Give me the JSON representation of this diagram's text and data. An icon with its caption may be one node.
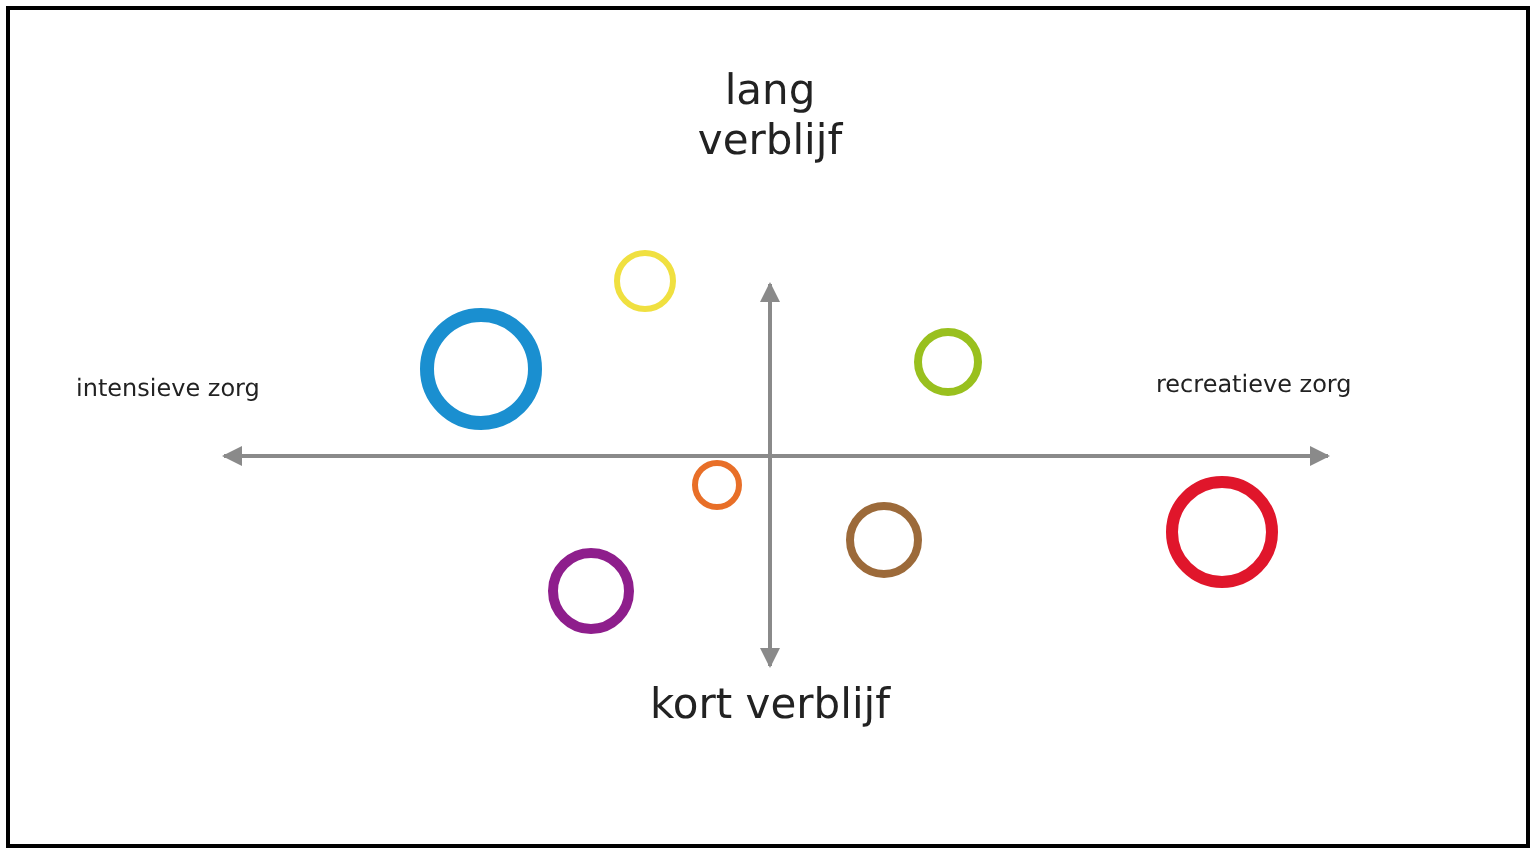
{
  "diagram": {
    "nodes": [
      {
        "text": [],
        "shape": "circle"
      },
      {
        "text": [],
        "shape": "circle"
      },
      {
        "text": [],
        "shape": "circle"
      },
      {
        "text": [],
        "shape": "circle"
      },
      {
        "text": [],
        "shape": "circle"
      },
      {
        "text": [],
        "shape": "circle"
      },
      {
        "text": [],
        "shape": "circle"
      }
    ],
    "edges": [],
    "labels": [
      "lang verblijf",
      "intensieve zorg",
      "recreatieve zorg",
      "kort verblijf"
    ]
  }
}
